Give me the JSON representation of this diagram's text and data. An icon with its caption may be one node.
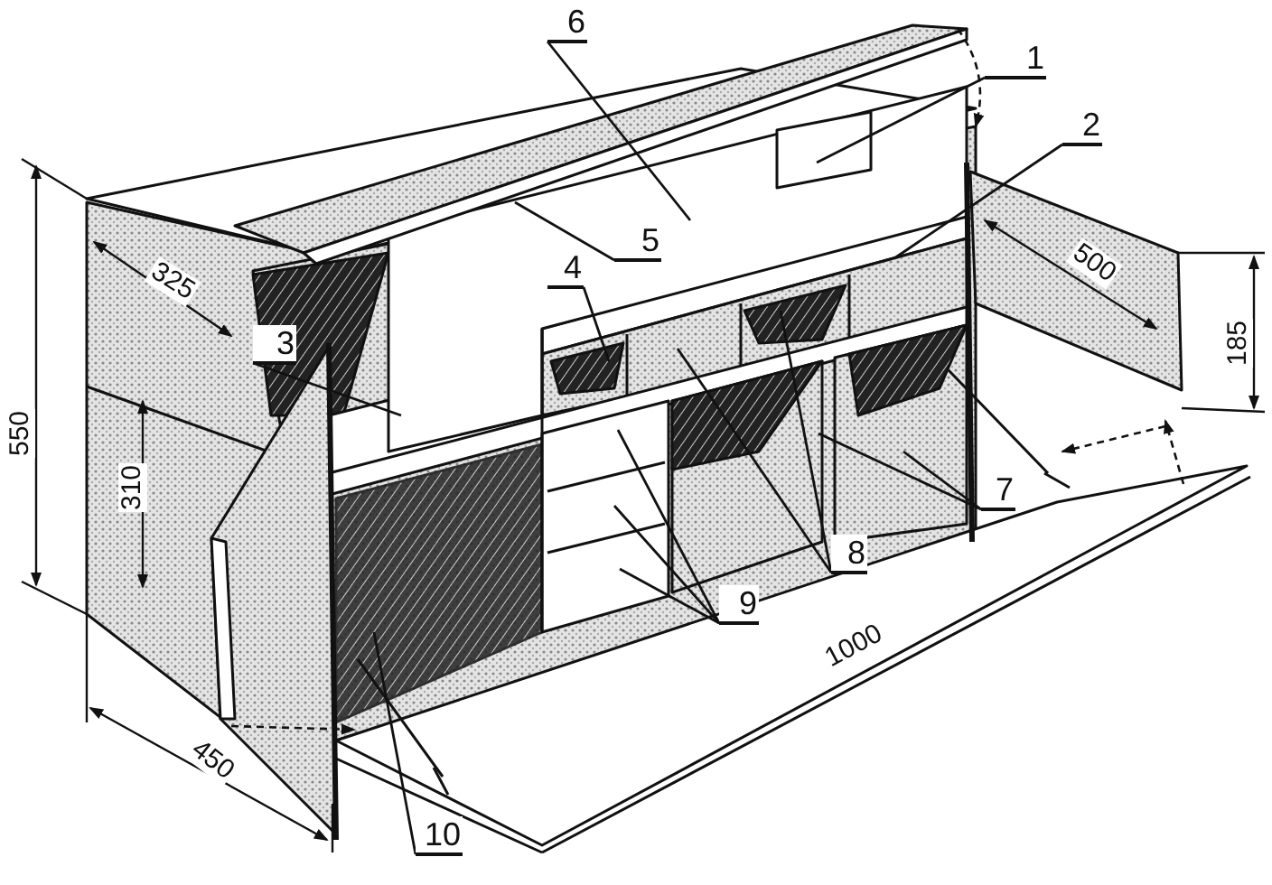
{
  "diagram": {
    "nodes": [
      {
        "text": [
          "1"
        ]
      },
      {
        "text": [
          "2"
        ]
      },
      {
        "text": [
          "3"
        ]
      },
      {
        "text": [
          "4"
        ]
      },
      {
        "text": [
          "5"
        ]
      },
      {
        "text": [
          "6"
        ]
      },
      {
        "text": [
          "7"
        ]
      },
      {
        "text": [
          "8"
        ]
      },
      {
        "text": [
          "9"
        ]
      },
      {
        "text": [
          "10"
        ]
      }
    ],
    "edges": [
      {
        "from": 0,
        "to": null,
        "arrow": "none"
      },
      {
        "from": 1,
        "to": null,
        "arrow": "none"
      },
      {
        "from": 2,
        "to": null,
        "arrow": "none"
      },
      {
        "from": 3,
        "to": null,
        "arrow": "none"
      },
      {
        "from": 4,
        "to": null,
        "arrow": "none"
      },
      {
        "from": 5,
        "to": null,
        "arrow": "none"
      },
      {
        "from": 6,
        "to": null,
        "arrow": "none"
      },
      {
        "from": 6,
        "to": null,
        "arrow": "none"
      },
      {
        "from": 7,
        "to": null,
        "arrow": "none"
      },
      {
        "from": 7,
        "to": null,
        "arrow": "none"
      },
      {
        "from": 8,
        "to": null,
        "arrow": "none"
      },
      {
        "from": 8,
        "to": null,
        "arrow": "none"
      },
      {
        "from": 8,
        "to": null,
        "arrow": "none"
      },
      {
        "from": 9,
        "to": null,
        "arrow": "none"
      }
    ],
    "labels": [
      "500",
      "325",
      "185",
      "550",
      "310",
      "1000",
      "450"
    ]
  }
}
